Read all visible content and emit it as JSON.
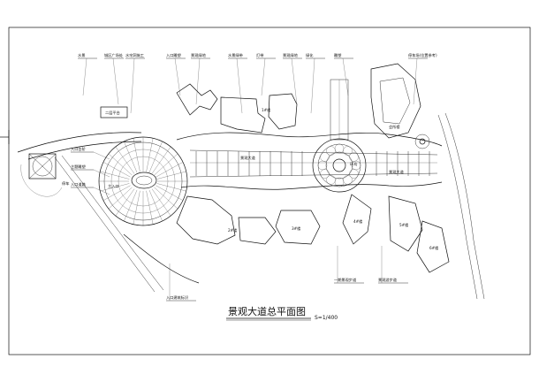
{
  "drawing": {
    "title": "景观大道总平面图",
    "scale": "S=1/400",
    "callouts_top": [
      "水景",
      "城区广场处",
      "水帘洞施工",
      "入口雕塑",
      "景观绿地",
      "水景绿带",
      "灯带",
      "景观绿地",
      "绿化",
      "雕塑",
      "停车场(位置参考)"
    ],
    "callouts_left": [
      "入口台阶",
      "主题雕塑",
      "入口道路"
    ],
    "callouts_bottom": [
      "入口建筑标识",
      "一期景观步道",
      "景观游步道"
    ],
    "labels": {
      "box_label": "二层平台",
      "entry": "主入口",
      "roundabout": "环岛",
      "boulevard": "景观大道",
      "boulevard_2": "景观大道",
      "building_a": "1#楼",
      "building_b": "2#楼",
      "building_c": "3#楼",
      "building_d": "4#楼",
      "building_e": "5#楼",
      "building_f": "6#楼",
      "north_building": "会所楼"
    }
  }
}
